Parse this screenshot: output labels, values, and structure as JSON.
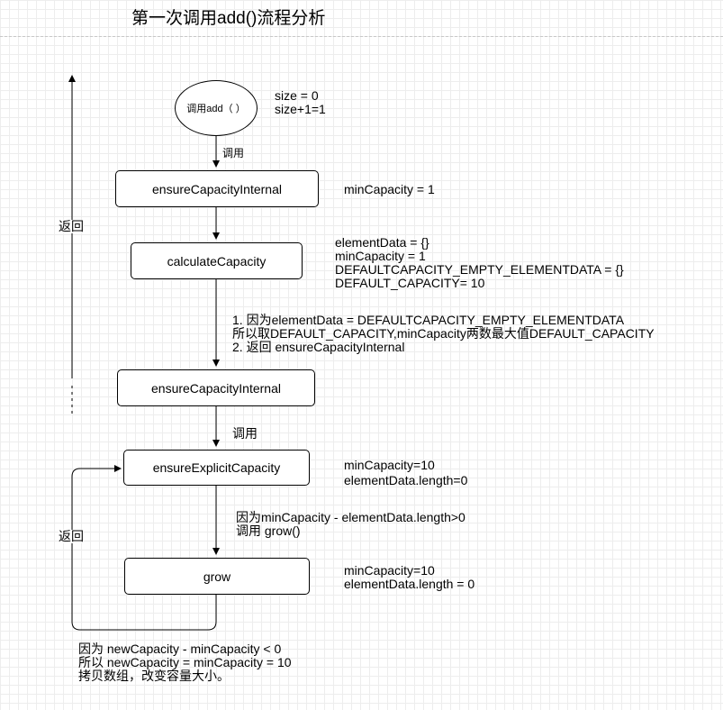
{
  "title": "第一次调用add()流程分析",
  "nodes": {
    "start": "调用add（ ）",
    "ensure_internal_1": "ensureCapacityInternal",
    "calculate": "calculateCapacity",
    "ensure_internal_2": "ensureCapacityInternal",
    "ensure_explicit": "ensureExplicitCapacity",
    "grow": "grow"
  },
  "notes": {
    "size": [
      "size = 0",
      "size+1=1"
    ],
    "ensure_internal_1": [
      "minCapacity = 1"
    ],
    "calculate": [
      "elementData = {}",
      "minCapacity = 1",
      "DEFAULTCAPACITY_EMPTY_ELEMENTDATA = {}",
      "DEFAULT_CAPACITY= 10"
    ],
    "reason_1": [
      "1. 因为elementData = DEFAULTCAPACITY_EMPTY_ELEMENTDATA",
      "所以取DEFAULT_CAPACITY,minCapacity两数最大值DEFAULT_CAPACITY",
      "2. 返回 ensureCapacityInternal"
    ],
    "ensure_explicit": [
      "minCapacity=10",
      "elementData.length=0"
    ],
    "reason_2": [
      "因为minCapacity - elementData.length>0",
      "调用 grow()"
    ],
    "grow": [
      "minCapacity=10",
      "elementData.length = 0"
    ],
    "bottom": [
      "因为 newCapacity - minCapacity < 0",
      "所以 newCapacity = minCapacity = 10",
      "拷贝数组，改变容量大小。"
    ]
  },
  "edge_labels": {
    "call_1": "调用",
    "call_2": "调用",
    "return_1": "返回",
    "return_2": "返回"
  }
}
